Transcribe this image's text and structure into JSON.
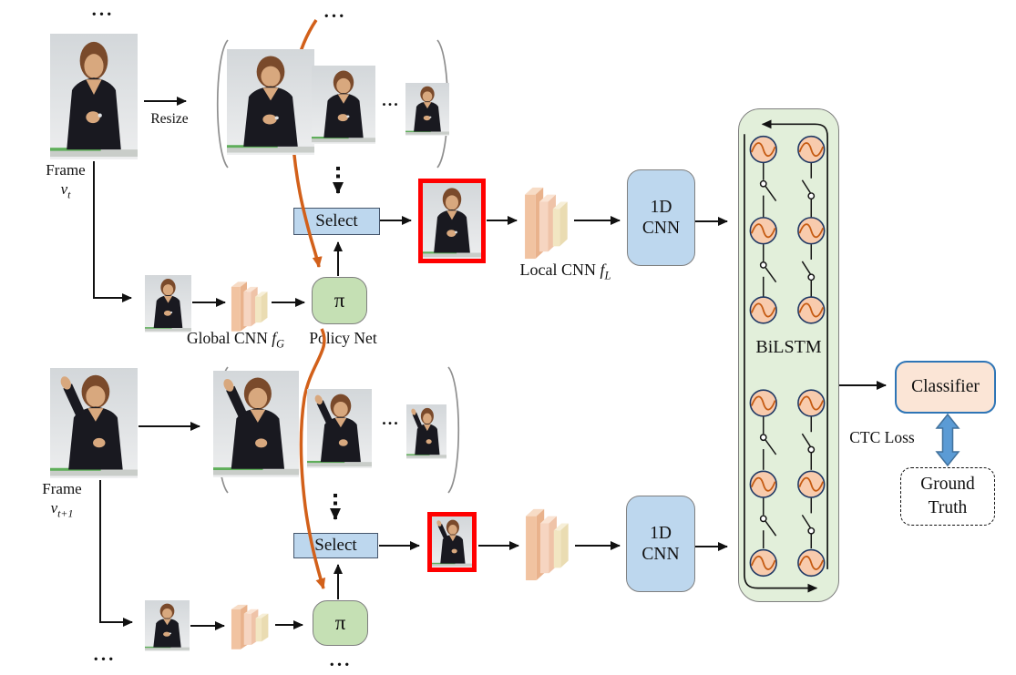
{
  "labels": {
    "ellipsis": "...",
    "resize": "Resize",
    "frame_word": "Frame",
    "frame_t_var": "v",
    "frame_t_sub": "t",
    "frame_t1_var": "v",
    "frame_t1_sub": "t+1",
    "select": "Select",
    "pi": "π",
    "global_cnn_text": "Global CNN",
    "global_cnn_f": "f",
    "global_cnn_sub": "G",
    "policy_net": "Policy Net",
    "local_cnn_text": "Local CNN",
    "local_cnn_f": "f",
    "local_cnn_sub": "L",
    "cnn1d_line1": "1D",
    "cnn1d_line2": "CNN",
    "bilstm": "BiLSTM",
    "classifier": "Classifier",
    "ctc_loss": "CTC Loss",
    "ground_truth_line1": "Ground",
    "ground_truth_line2": "Truth"
  },
  "colors": {
    "select_fill": "#BDD7EE",
    "cnn1d_fill": "#BDD7EE",
    "policy_fill": "#C5E0B4",
    "bilstm_fill": "#E2EFDA",
    "neuron_fill": "#F8CBAD",
    "neuron_border": "#1F3864",
    "classifier_fill": "#FBE5D6",
    "classifier_border": "#2E75B6",
    "highlight_red": "#FF0000",
    "flow_orange": "#D2601A",
    "ctc_arrow_blue": "#5B9BD5"
  }
}
